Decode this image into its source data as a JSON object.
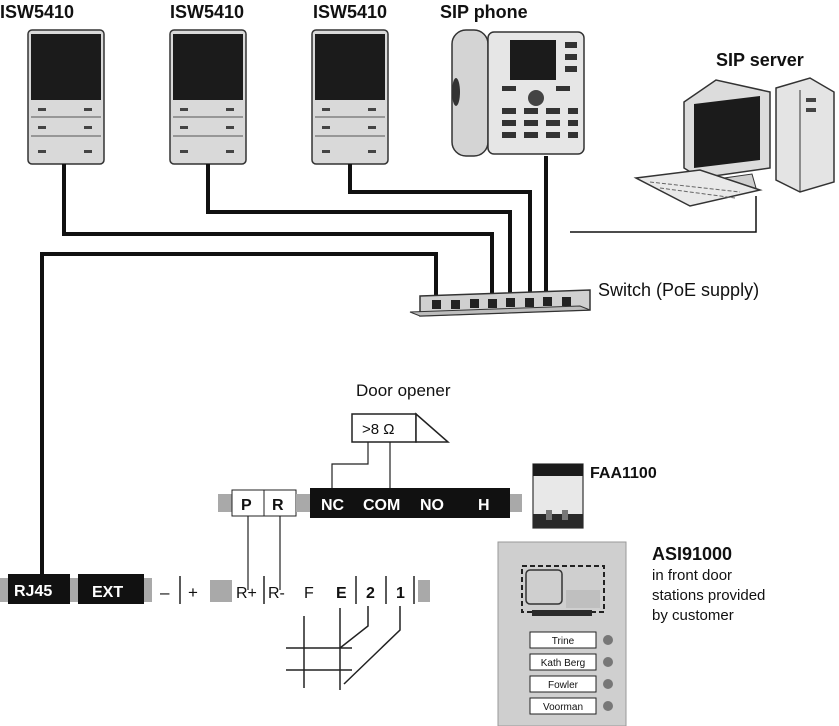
{
  "devices": {
    "isw1": "ISW5410",
    "isw2": "ISW5410",
    "isw3": "ISW5410",
    "sip_phone": "SIP phone",
    "sip_server": "SIP server",
    "switch": "Switch (PoE supply)"
  },
  "door_opener": {
    "title": "Door opener",
    "resistance": ">8 Ω"
  },
  "relay_block": {
    "p": "P",
    "r": "R",
    "nc": "NC",
    "com": "COM",
    "no": "NO",
    "h": "H"
  },
  "faa": "FAA1100",
  "terminals": {
    "rj45": "RJ45",
    "ext": "EXT",
    "minus": "–",
    "plus": "+",
    "r_plus": "R+",
    "r_minus": "R-",
    "f": "F",
    "e": "E",
    "t2": "2",
    "t1": "1"
  },
  "asi": {
    "title": "ASI91000",
    "note_line1": "in front door",
    "note_line2": "stations provided",
    "note_line3": "by customer",
    "buttons": [
      "Trine",
      "Kath Berg",
      "Fowler",
      "Voorman"
    ]
  }
}
